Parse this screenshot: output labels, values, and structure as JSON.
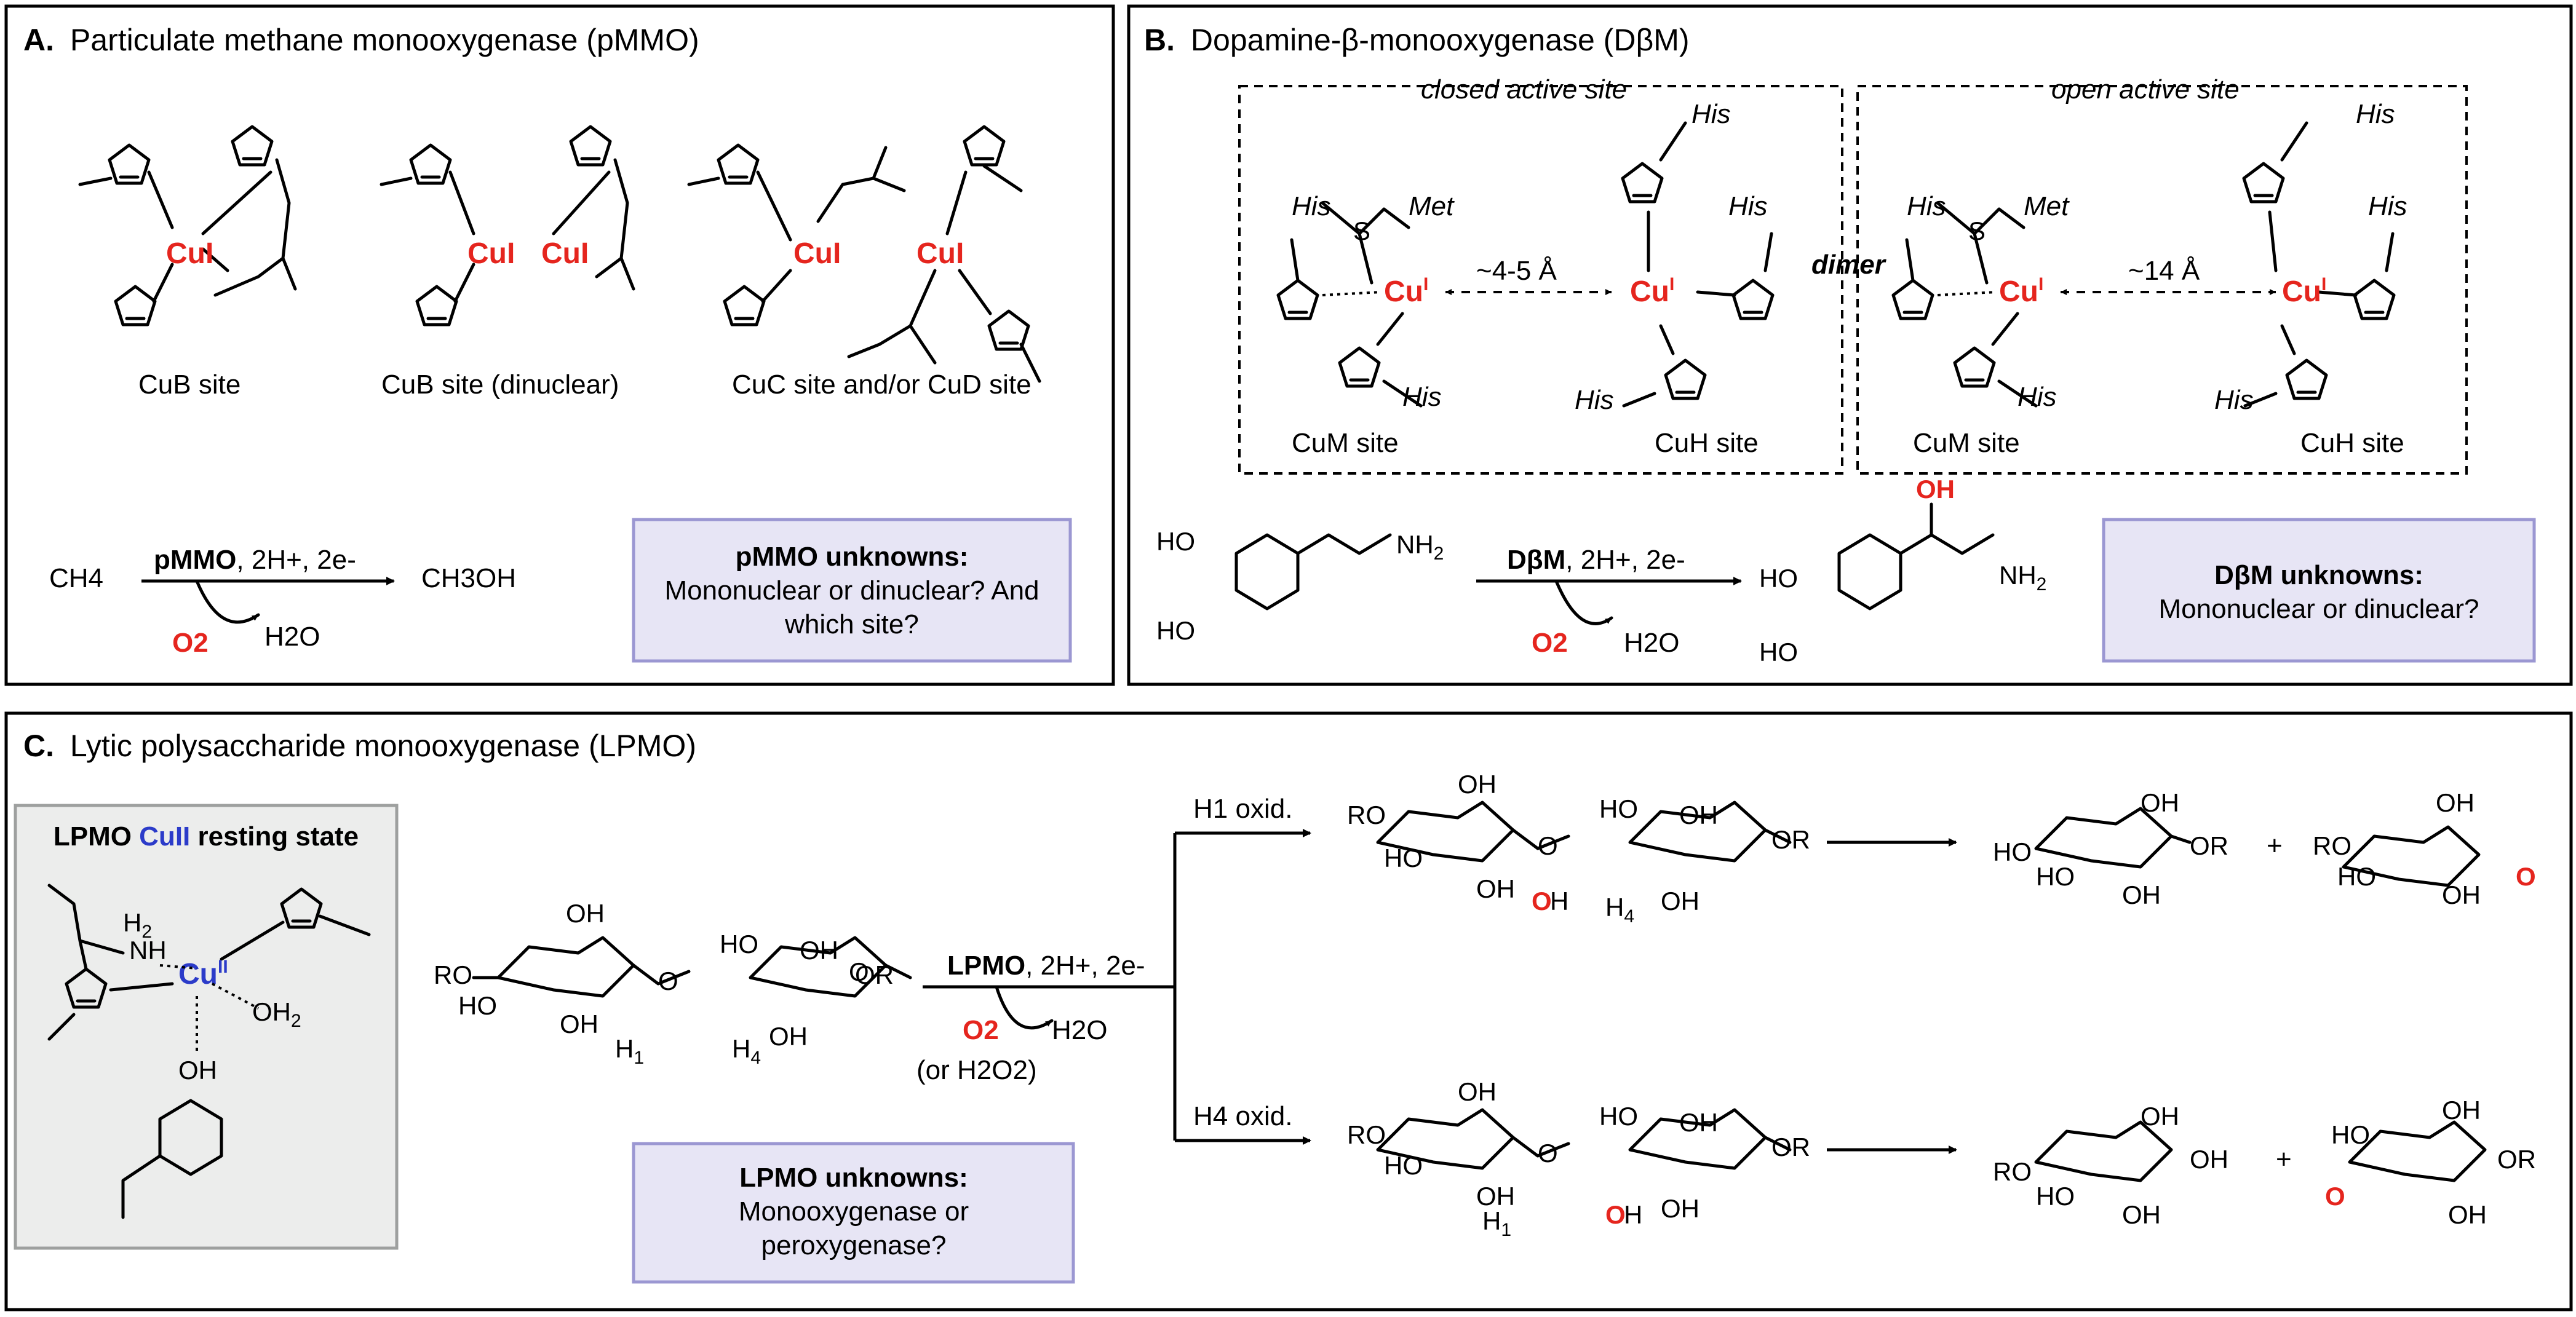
{
  "panelA": {
    "letter": "A.",
    "title": "Particulate methane monooxygenase (pMMO)",
    "site1": "CuB site",
    "site2": "CuB site (dinuclear)",
    "site3": "CuC site and/or CuD site",
    "cu_label": "CuI",
    "reaction": {
      "substrate": "CH4",
      "product": "CH3OH",
      "enzyme": "pMMO",
      "conditions": ", 2H+, 2e-",
      "o2": "O2",
      "h2o": "H2O"
    },
    "unknowns_title": "pMMO unknowns:",
    "unknowns_line1": "Mononuclear or dinuclear? And",
    "unknowns_line2": "which site?"
  },
  "panelB": {
    "letter": "B.",
    "title": "Dopamine-β-monooxygenase (DβM)",
    "closed": "closed active site",
    "open": "open active site",
    "dimer": "dimer",
    "dist_closed": "~4-5 Å",
    "dist_open": "~14 Å",
    "cum_site": "CuM site",
    "cuh_site": "CuH site",
    "his": "His",
    "met": "Met",
    "reaction": {
      "enzyme": "DβM",
      "conditions": ", 2H+, 2e-",
      "o2": "O2",
      "h2o": "H2O"
    },
    "unknowns_title": "DβM unknowns:",
    "unknowns_line1": "Mononuclear or dinuclear?"
  },
  "panelC": {
    "letter": "C.",
    "title": "Lytic polysaccharide monooxygenase (LPMO)",
    "resting_prefix": "LPMO ",
    "resting_cu": "CuII",
    "resting_suffix": " resting state",
    "reaction": {
      "enzyme": "LPMO",
      "conditions": ", 2H+, 2e-",
      "o2": "O2",
      "alt": "(or H2O2)",
      "h2o": "H2O"
    },
    "h1_oxid": "H1 oxid.",
    "h4_oxid": "H4 oxid.",
    "unknowns_title": "LPMO unknowns:",
    "unknowns_line1": "Monooxygenase or",
    "unknowns_line2": "peroxygenase?"
  },
  "colors": {
    "copper_red": "#e5251e",
    "copper_blue": "#2b3bc9",
    "unknown_box_fill": "#e7e5f5",
    "resting_box_fill": "#ecedec"
  }
}
